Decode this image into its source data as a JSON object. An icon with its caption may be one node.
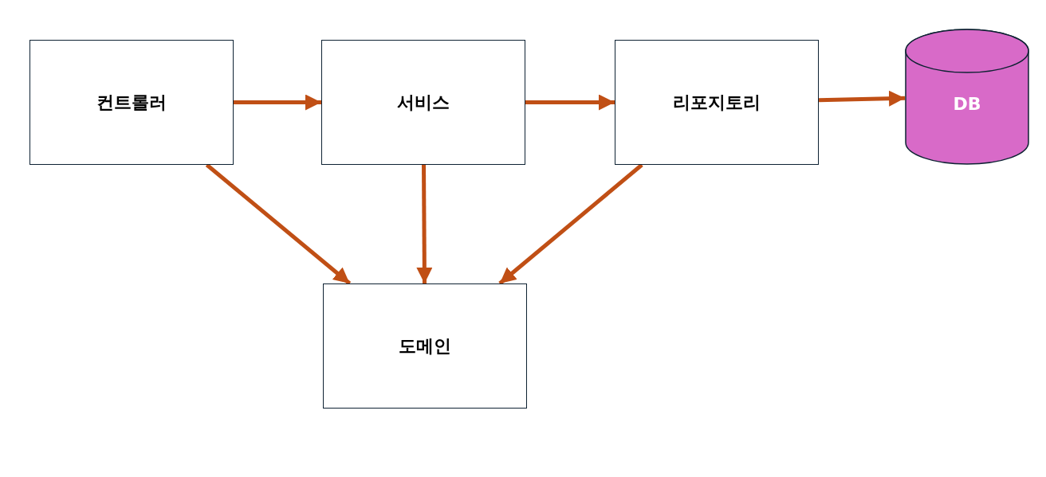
{
  "diagram": {
    "nodes": [
      {
        "text": [
          "컨트롤러"
        ]
      },
      {
        "text": [
          "서비스"
        ]
      },
      {
        "text": [
          "리포지토리"
        ]
      },
      {
        "text": [
          "DB"
        ]
      },
      {
        "text": [
          "도메인"
        ]
      }
    ],
    "edges": [
      {
        "from": 0,
        "to": 1,
        "arrow": "to"
      },
      {
        "from": 1,
        "to": 2,
        "arrow": "to"
      },
      {
        "from": 2,
        "to": 3,
        "arrow": "to"
      },
      {
        "from": 0,
        "to": 4,
        "arrow": "to"
      },
      {
        "from": 1,
        "to": 4,
        "arrow": "to"
      },
      {
        "from": 2,
        "to": 4,
        "arrow": "to"
      }
    ]
  }
}
